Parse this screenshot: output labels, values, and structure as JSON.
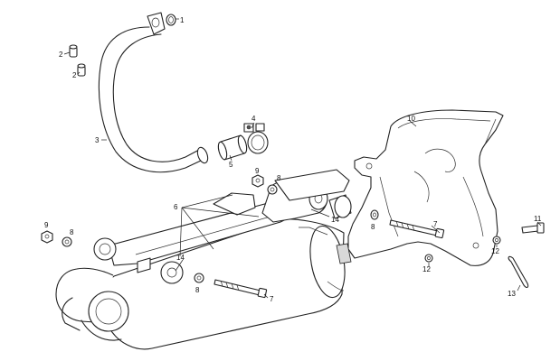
{
  "callouts": {
    "c1": "1",
    "c2a": "2",
    "c2b": "2",
    "c3": "3",
    "c4": "4",
    "c5": "5",
    "c6": "6",
    "c7a": "7",
    "c7b": "7",
    "c8a": "8",
    "c8b": "8",
    "c8c": "8",
    "c8d": "8",
    "c9a": "9",
    "c9b": "9",
    "c10": "10",
    "c11": "11",
    "c12": "12",
    "c12b": "12",
    "c13": "13",
    "c14a": "14",
    "c14b": "14"
  }
}
